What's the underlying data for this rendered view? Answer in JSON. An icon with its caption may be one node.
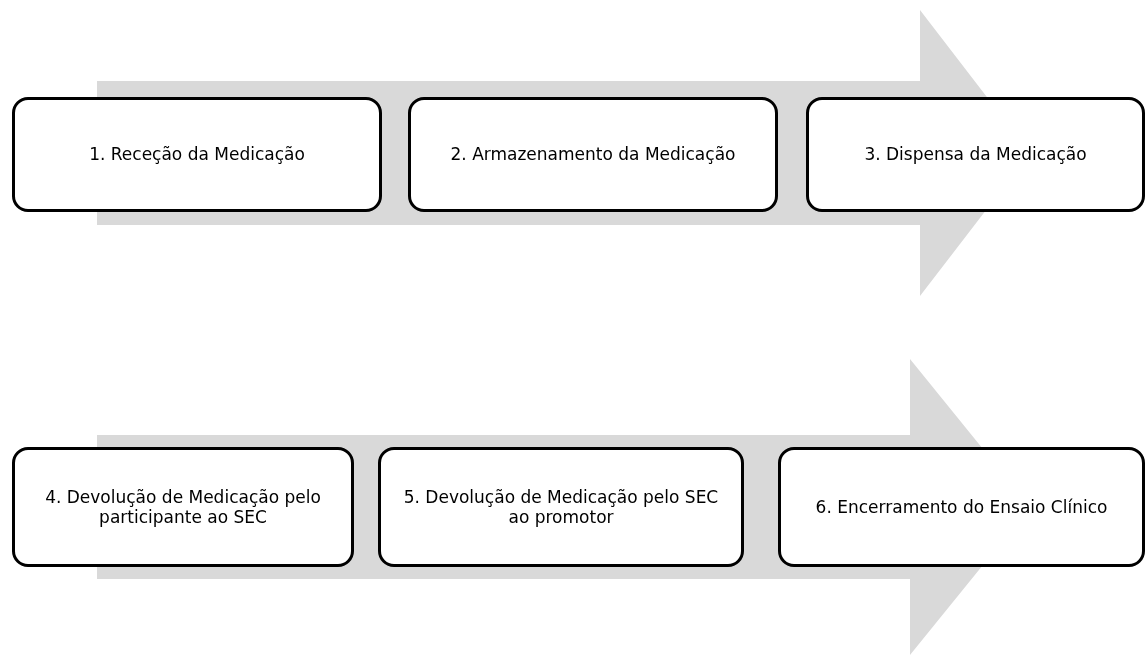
{
  "diagram": {
    "nodes": [
      {
        "text": [
          "1. Receção da Medicação"
        ]
      },
      {
        "text": [
          "2. Armazenamento da Medicação"
        ]
      },
      {
        "text": [
          "3. Dispensa da Medicação"
        ]
      },
      {
        "text": [
          "4. Devolução de Medicação pelo participante ao SEC"
        ]
      },
      {
        "text": [
          "5. Devolução de Medicação pelo SEC ao promotor"
        ]
      },
      {
        "text": [
          "6. Encerramento do Ensaio Clínico"
        ]
      }
    ]
  }
}
